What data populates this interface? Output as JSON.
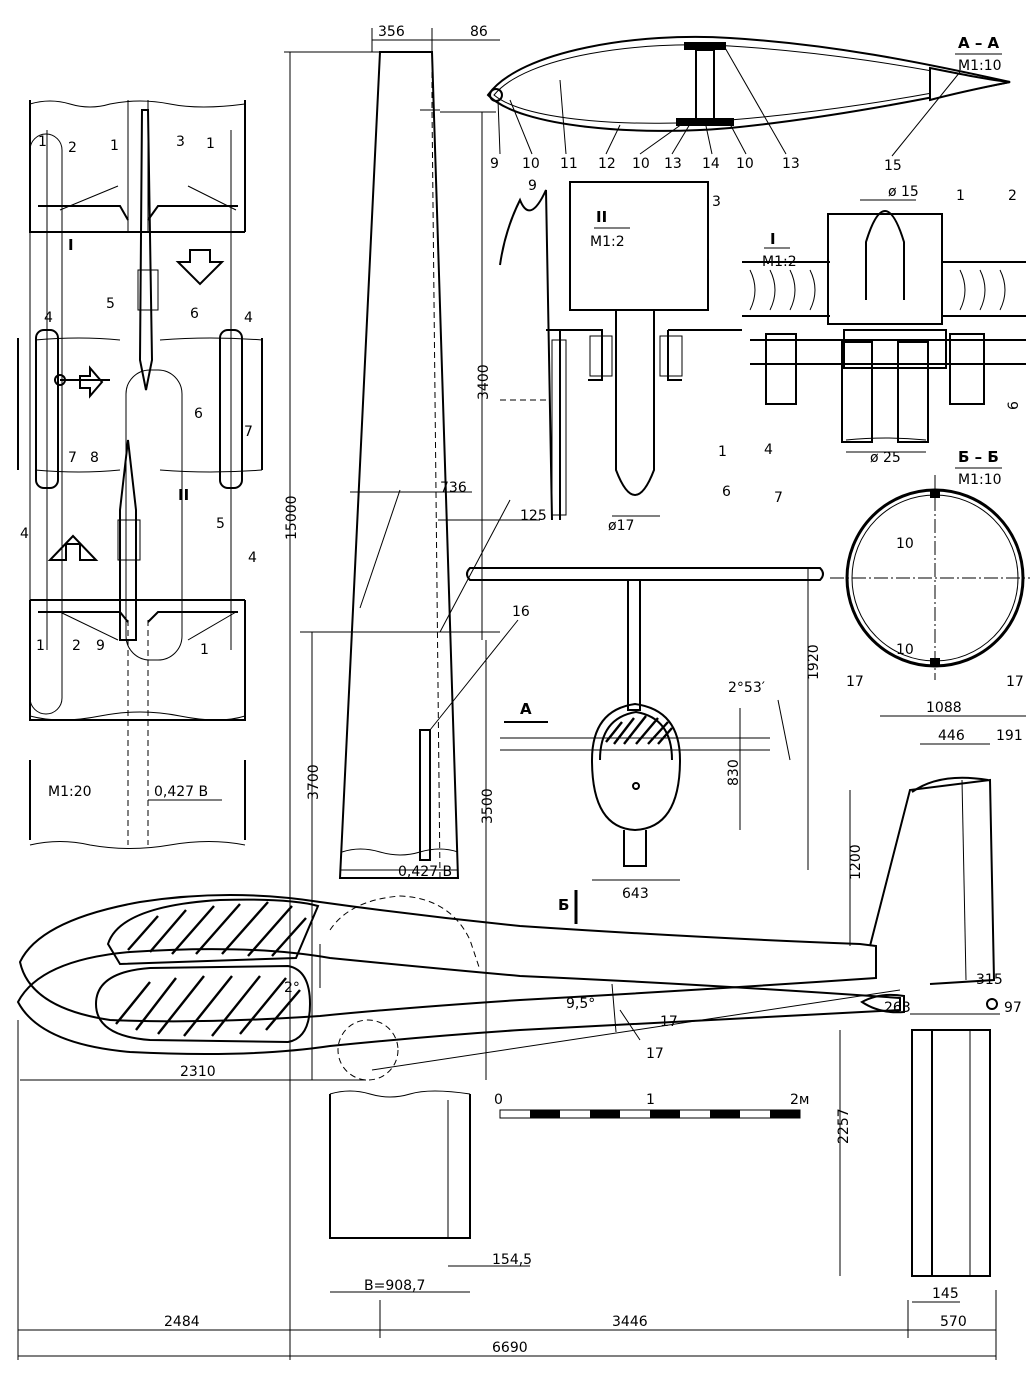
{
  "dimensions": {
    "wing_root_chord": "356",
    "wing_tip_offset": "86",
    "span_total": "15000",
    "panel_length": "3400",
    "panel_inner": "3700",
    "panel_outer": "3500",
    "chord_736": "736",
    "chord_125": "125",
    "wing_tip_ratio": "0,427 B",
    "tail_span": "1920",
    "tail_angle": "2°53′",
    "fuselage_width": "830",
    "fuselage_bottom": "643",
    "fin_top": "1088",
    "fin_446": "446",
    "fin_191": "191",
    "fin_height": "1200",
    "fin_315": "315",
    "nose_angle": "2°",
    "tail_angle_95": "9,5°",
    "nose_to_wing": "2310",
    "stab_263": "263",
    "stab_97": "97",
    "stab_span": "2257",
    "wing_chord_b": "B=908,7",
    "root_1545": "154,5",
    "stab_145": "145",
    "nose_2484": "2484",
    "mid_3446": "3446",
    "tail_570": "570",
    "total_length": "6690",
    "phi15": "ø 15",
    "phi25": "ø 25",
    "phi17": "ø17",
    "gap_6": "6"
  },
  "views": {
    "aa_label": "A – A",
    "aa_scale": "M1:10",
    "bb_label": "Б – Б",
    "bb_scale": "M1:10",
    "detail_i": "I",
    "detail_i_scale": "M1:2",
    "detail_ii": "II",
    "detail_ii_scale": "M1:2",
    "joint_scale": "M1:20",
    "joint_ratio": "0,427 B",
    "section_a": "A",
    "section_b": "Б"
  },
  "scale_bar": {
    "zero": "0",
    "one": "1",
    "two": "2м"
  },
  "callouts": {
    "n1": "1",
    "n2": "2",
    "n3": "3",
    "n4": "4",
    "n5": "5",
    "n6": "6",
    "n7": "7",
    "n8": "8",
    "n9": "9",
    "n10": "10",
    "n11": "11",
    "n12": "12",
    "n13": "13",
    "n14": "14",
    "n15": "15",
    "n16": "16",
    "n17": "17"
  }
}
